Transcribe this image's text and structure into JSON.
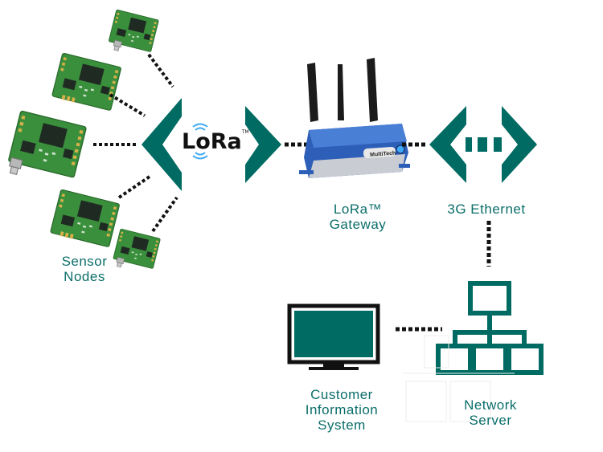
{
  "diagram": {
    "title": "",
    "colors": {
      "accent": "#006b62",
      "label_text": "#0b6e6a",
      "connector": "#111111",
      "lora_wave": "#3fa9f5",
      "gateway_blue": "#2e5fb8",
      "pcb_green": "#3a8f3c"
    },
    "nodes": {
      "sensor_nodes": {
        "label_line1": "Sensor",
        "label_line2": "Nodes",
        "count": 5
      },
      "lora": {
        "logo_text": "LoRa",
        "trademark": "TM"
      },
      "gateway": {
        "label_line1": "LoRa™",
        "label_line2": "Gateway",
        "brand": "MultiTech"
      },
      "backhaul": {
        "label": "3G Ethernet"
      },
      "network_server": {
        "label_line1": "Network",
        "label_line2": "Server"
      },
      "customer_system": {
        "label_line1": "Customer",
        "label_line2": "Information",
        "label_line3": "System"
      }
    },
    "connections": [
      {
        "from": "sensor_nodes",
        "to": "lora",
        "style": "dotted"
      },
      {
        "from": "lora",
        "to": "gateway",
        "style": "dotted"
      },
      {
        "from": "gateway",
        "to": "backhaul",
        "style": "dotted"
      },
      {
        "from": "backhaul",
        "to": "network_server",
        "style": "dotted"
      },
      {
        "from": "network_server",
        "to": "customer_system",
        "style": "dotted"
      }
    ]
  }
}
